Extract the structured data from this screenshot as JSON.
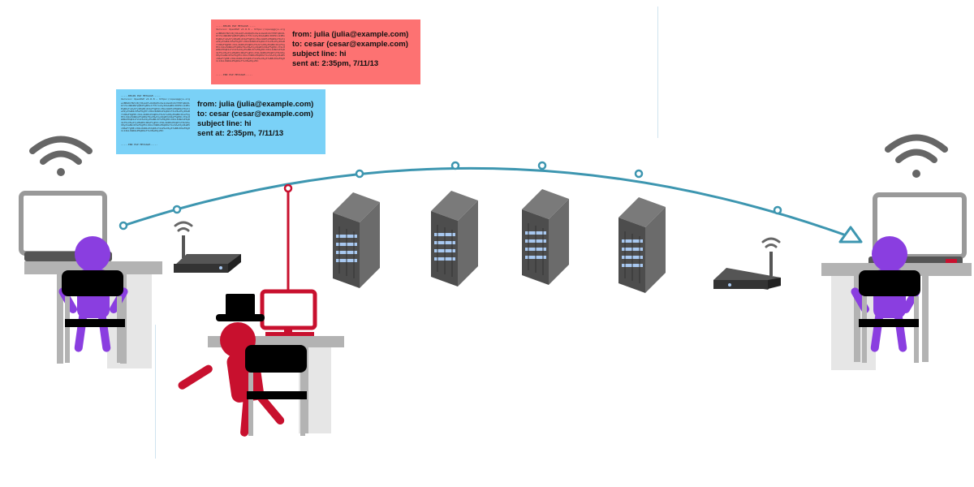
{
  "colors": {
    "encrypted_email_card": "#fd7272",
    "plain_email_card": "#7ad1f7",
    "route_line": "#3d96b0",
    "sender": "#8a3ee0",
    "receiver": "#8a3ee0",
    "eavesdropper": "#c8102e",
    "server": "#5f5f5f",
    "server_lights": "#a8c8f0",
    "router": "#3a3a3a",
    "wifi": "#666666",
    "furniture": "#b3b3b3",
    "chair": "#000000"
  },
  "icons": [
    "wifi-icon",
    "laptop-icon",
    "router-icon",
    "server-icon",
    "person-icon",
    "top-hat-icon",
    "monitor-icon",
    "desk-icon",
    "chair-icon"
  ],
  "emails": [
    {
      "id": "intercepted",
      "pgp_begin": "-----BEGIN PGP MESSAGE-----",
      "pgp_version": "Version: OpenPGP v2.0.8 — https://openpgpjs.org",
      "pgp_body": "wcBMA0rHUtJKjt8sAQf+OkPpQ5v6s1nUe2Zx9rHf8Tq0m3LbYcVv4Wm2N7pQ8dFgK0sJr5Tn1uXy3ZeAaB6cDhE9iLk2MoPq4RsTuVwX7yZ0aB1cD2eF3gH4iJ5kL6mN7oP8qR9sT0uV1wX2yZ3aB4cD5eF6gH7iJ8kL9mN0oP1qR2sT3uV4wX5yZ6aB7cD8eF9gH0iJ1kL2mN3oP4qR5sT6uV7wX8yZ9aB0cD1eF2gH3iJ4kL5mN6oP7qR8sT9uV0wX1yZ2aB3cD4eF5gH6iJ7kL8mN9oP0qR1sT2uV3wX4yZ5aB6cD7eF8gH9iJ0kL1mN2oP3qR4sT5uV6wX7yZ8aB9cD0eF1gH2iJ3kL4mN5oP6qR7sT8uV9wX0yZ1aB2cD3eF4gH5iJ6kL7mN8oP9qR0sT1uV2wX3yZ4aB5cD6eF7gH8iJ9kL0mN1oP2qR3sT4uV5wX6yZ7aB8cD9eF0gH1iJ2kL3mN4oP5qR6sT7uV8wX9yZ0=",
      "pgp_end": "-----END PGP MESSAGE-----",
      "from": "from: julia (julia@example.com)",
      "to": "to: cesar (cesar@example.com)",
      "subject": "subject line: hi",
      "sent_at": "sent at: 2:35pm, 7/11/13"
    },
    {
      "id": "original",
      "pgp_begin": "-----BEGIN PGP MESSAGE-----",
      "pgp_version": "Version: OpenPGP v2.0.8 — https://openpgpjs.org",
      "pgp_body": "wcBMA0rHUtJKjt8sAQf+OkPpQ5v6s1nUe2Zx9rHf8Tq0m3LbYcVv4Wm2N7pQ8dFgK0sJr5Tn1uXy3ZeAaB6cDhE9iLk2MoPq4RsTuVwX7yZ0aB1cD2eF3gH4iJ5kL6mN7oP8qR9sT0uV1wX2yZ3aB4cD5eF6gH7iJ8kL9mN0oP1qR2sT3uV4wX5yZ6aB7cD8eF9gH0iJ1kL2mN3oP4qR5sT6uV7wX8yZ9aB0cD1eF2gH3iJ4kL5mN6oP7qR8sT9uV0wX1yZ2aB3cD4eF5gH6iJ7kL8mN9oP0qR1sT2uV3wX4yZ5aB6cD7eF8gH9iJ0kL1mN2oP3qR4sT5uV6wX7yZ8aB9cD0eF1gH2iJ3kL4mN5oP6qR7sT8uV9wX0yZ1aB2cD3eF4gH5iJ6kL7mN8oP9qR0sT1uV2wX3yZ4aB5cD6eF7gH8iJ9kL0mN1oP2qR3sT4uV5wX6yZ7aB8cD9eF0gH1iJ2kL3mN4oP5qR6sT7uV8wX9yZ0=",
      "pgp_end": "-----END PGP MESSAGE-----",
      "from": "from: julia (julia@example.com)",
      "to": "to: cesar (cesar@example.com)",
      "subject": "subject line: hi",
      "sent_at": "sent at: 2:35pm, 7/11/13"
    }
  ]
}
